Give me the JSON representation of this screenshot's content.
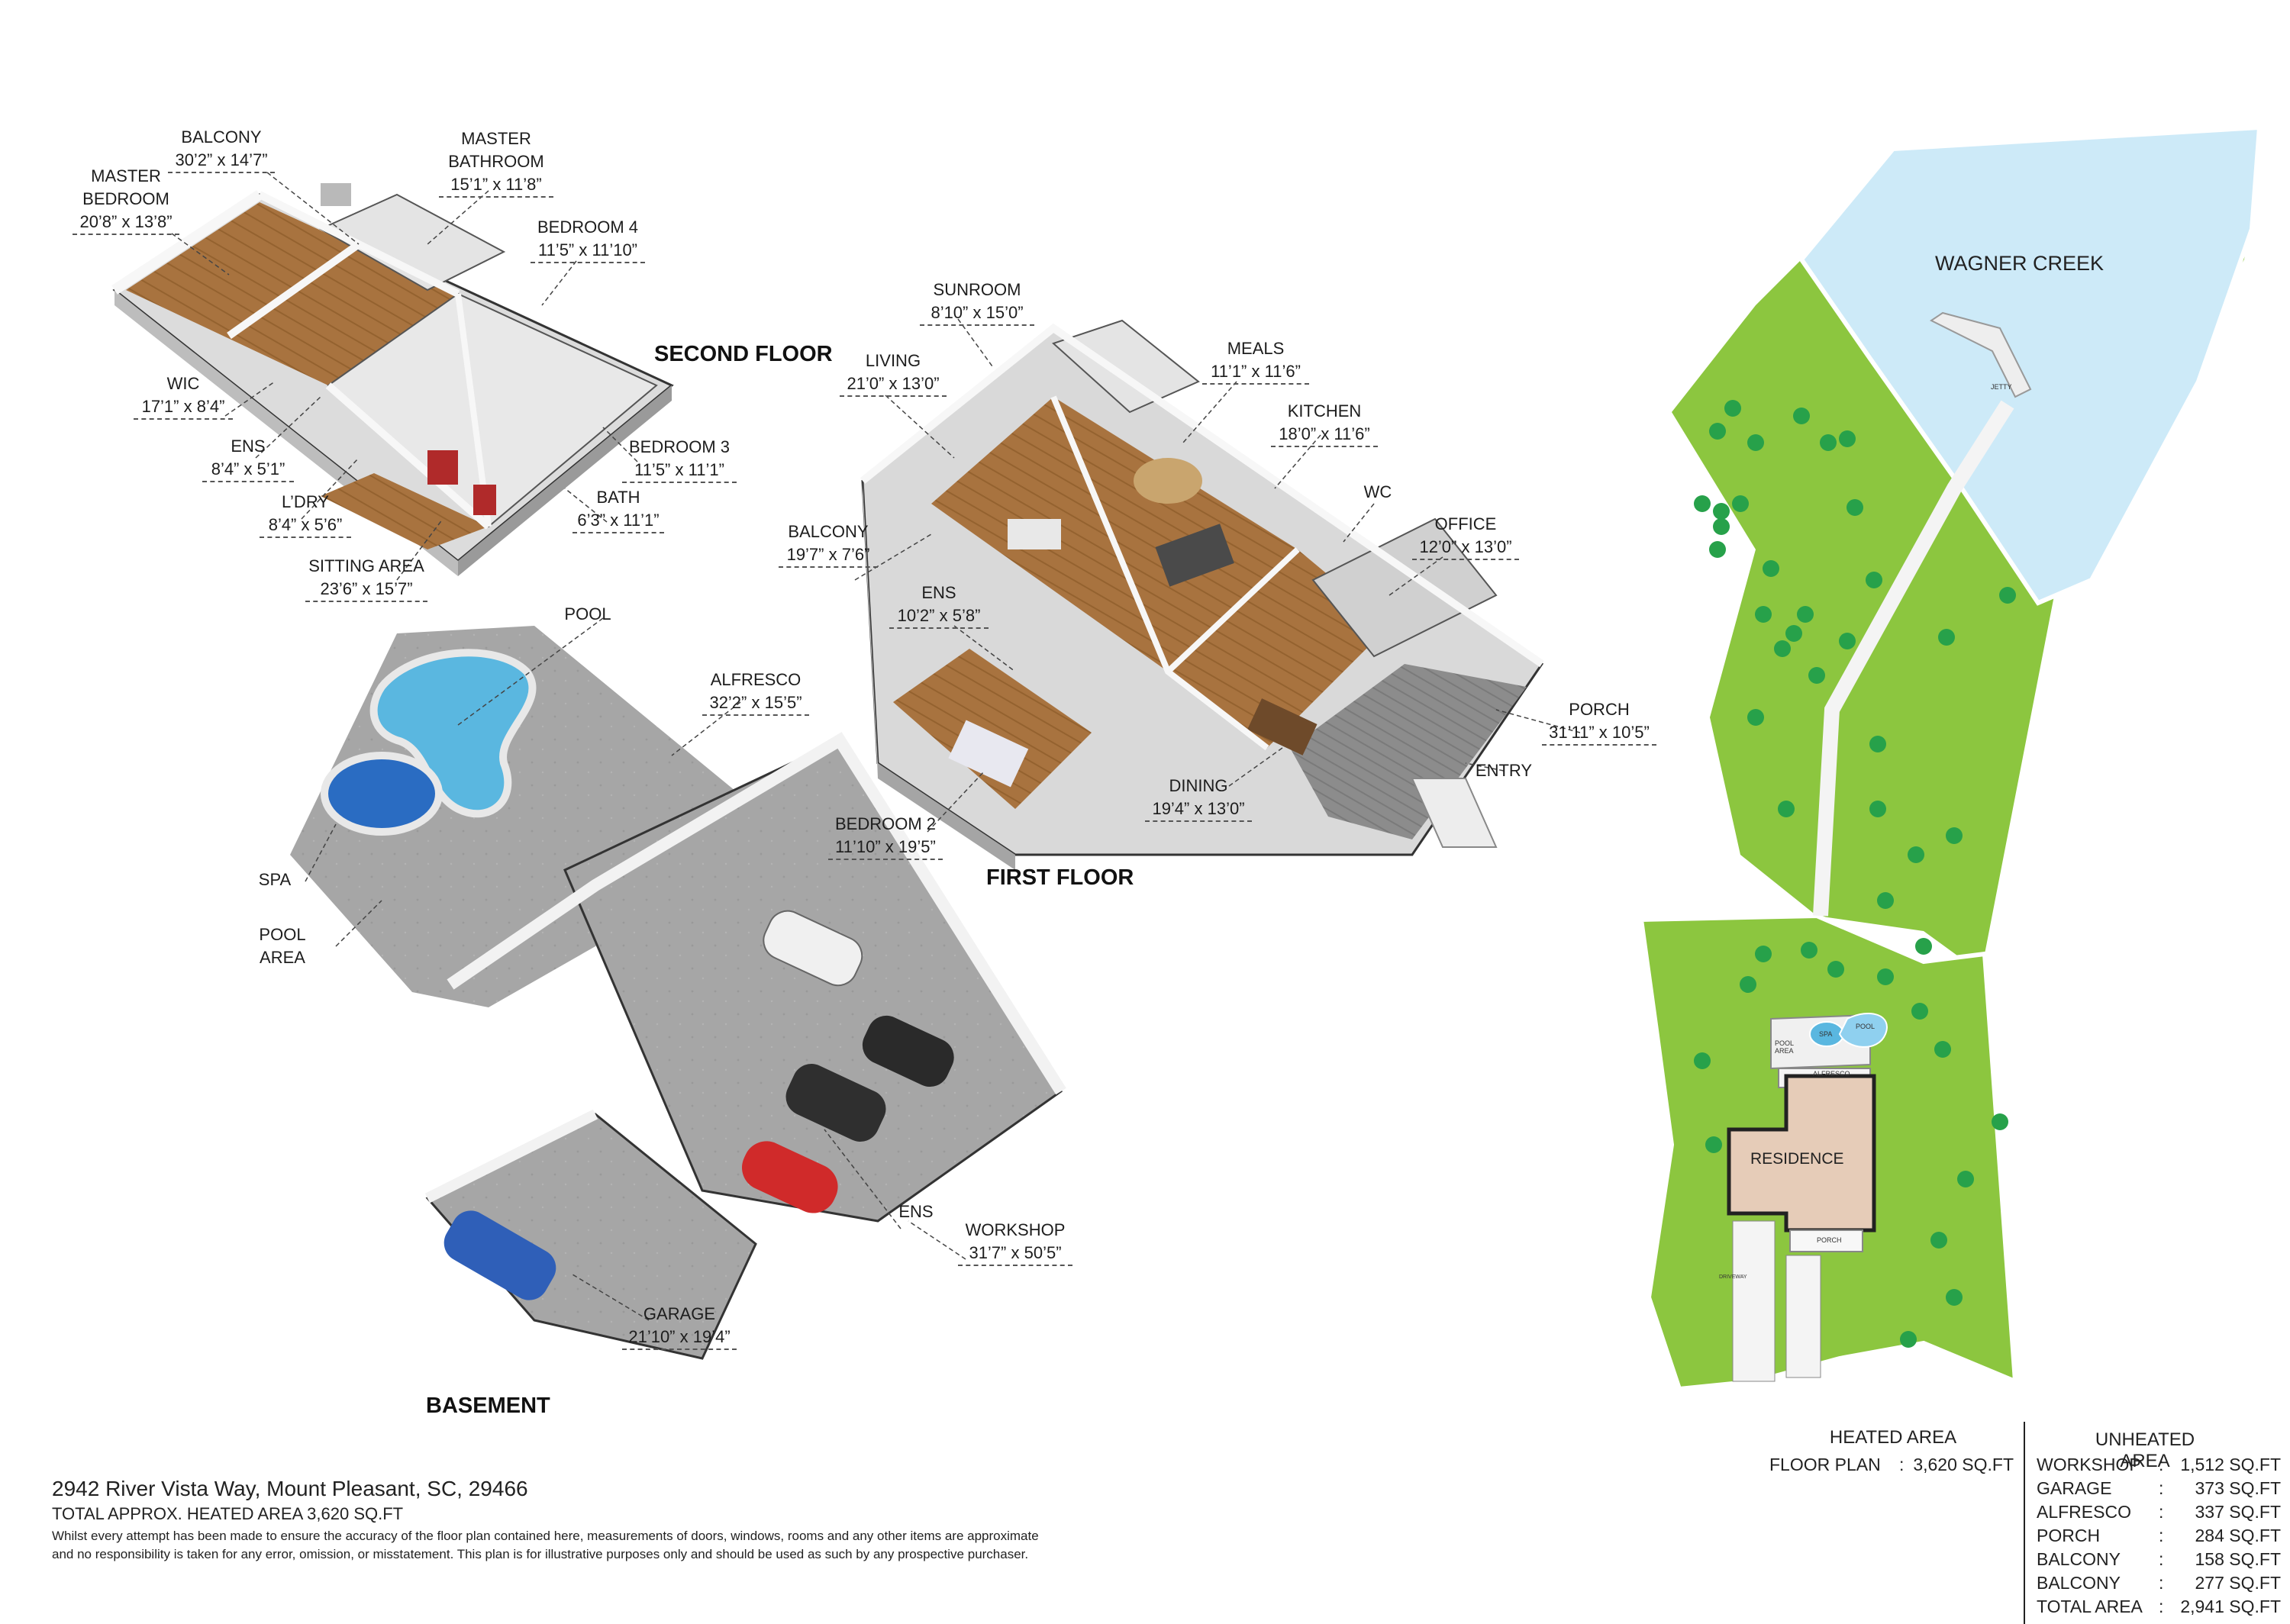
{
  "colors": {
    "grass": "#8cc63f",
    "water": "#cdeaf8",
    "residence": "#e6ccb8",
    "concrete": "#a9a9a9",
    "wood": "#a8733f",
    "wall": "#f4f4f4",
    "pool": "#5ab7e0",
    "spa": "#2a6cc2"
  },
  "first_floor": {
    "title": "FIRST FLOOR",
    "rooms": [
      {
        "name": "SUNROOM",
        "dims": "8’10” x 15’0”"
      },
      {
        "name": "LIVING",
        "dims": "21’0” x 13’0”"
      },
      {
        "name": "MEALS",
        "dims": "11’1” x 11’6”"
      },
      {
        "name": "KITCHEN",
        "dims": "18’0” x 11’6”"
      },
      {
        "name": "WC",
        "dims": ""
      },
      {
        "name": "OFFICE",
        "dims": "12’0” x 13’0”"
      },
      {
        "name": "BALCONY",
        "dims": "19’7” x 7’6”"
      },
      {
        "name": "ENS",
        "dims": "10’2” x 5’8”"
      },
      {
        "name": "PORCH",
        "dims": "31’11” x 10’5”"
      },
      {
        "name": "ENTRY",
        "dims": ""
      },
      {
        "name": "DINING",
        "dims": "19’4” x 13’0”"
      },
      {
        "name": "BEDROOM 2",
        "dims": "11’10” x 19’5”"
      }
    ]
  },
  "second_floor": {
    "title": "SECOND FLOOR",
    "rooms": [
      {
        "name": "BALCONY",
        "dims": "30’2” x 14’7”"
      },
      {
        "name": "MASTER BATHROOM",
        "dims": "15’1” x 11’8”"
      },
      {
        "name": "MASTER BEDROOM",
        "dims": "20’8” x 13’8”"
      },
      {
        "name": "BEDROOM 4",
        "dims": "11’5” x 11’10”"
      },
      {
        "name": "WIC",
        "dims": "17’1” x 8’4”"
      },
      {
        "name": "ENS",
        "dims": "8’4” x 5’1”"
      },
      {
        "name": "BEDROOM 3",
        "dims": "11’5” x 11’1”"
      },
      {
        "name": "L’DRY",
        "dims": "8’4” x 5’6”"
      },
      {
        "name": "BATH",
        "dims": "6’3” x 11’1”"
      },
      {
        "name": "SITTING AREA",
        "dims": "23’6” x 15’7”"
      }
    ]
  },
  "basement": {
    "title": "BASEMENT",
    "rooms": [
      {
        "name": "POOL",
        "dims": ""
      },
      {
        "name": "ALFRESCO",
        "dims": "32’2” x 15’5”"
      },
      {
        "name": "SPA",
        "dims": ""
      },
      {
        "name": "POOL AREA",
        "dims": ""
      },
      {
        "name": "ENS",
        "dims": ""
      },
      {
        "name": "WORKSHOP",
        "dims": "31’7” x 50’5”"
      },
      {
        "name": "GARAGE",
        "dims": "21’10” x 19’4”"
      }
    ]
  },
  "site": {
    "creek": "WAGNER CREEK",
    "jetty": "JETTY",
    "residence": "RESIDENCE",
    "spa": "SPA",
    "pool": "POOL",
    "pool_area": "POOL AREA",
    "alfresco": "ALFRESCO",
    "porch": "PORCH",
    "driveway": "DRIVEWAY"
  },
  "info": {
    "address": "2942 River Vista Way, Mount Pleasant, SC, 29466",
    "total": "TOTAL APPROX. HEATED AREA 3,620 SQ.FT",
    "disclaimer": "Whilst every attempt has been made to ensure the accuracy of the floor plan contained here, measurements of doors, windows, rooms and any other items are approximate and no responsibility is taken for any error, omission, or misstatement. This plan is for illustrative purposes only and should be used as such by any prospective purchaser."
  },
  "heated": {
    "title": "HEATED AREA",
    "rows": [
      {
        "name": "FLOOR PLAN",
        "value": "3,620 SQ.FT"
      }
    ]
  },
  "unheated": {
    "title": "UNHEATED AREA",
    "rows": [
      {
        "name": "WORKSHOP",
        "value": "1,512 SQ.FT"
      },
      {
        "name": "GARAGE",
        "value": "373 SQ.FT"
      },
      {
        "name": "ALFRESCO",
        "value": "337 SQ.FT"
      },
      {
        "name": "PORCH",
        "value": "284 SQ.FT"
      },
      {
        "name": "BALCONY",
        "value": "158 SQ.FT"
      },
      {
        "name": "BALCONY",
        "value": "277 SQ.FT"
      },
      {
        "name": "TOTAL AREA",
        "value": "2,941 SQ.FT"
      }
    ]
  },
  "separator": ":"
}
